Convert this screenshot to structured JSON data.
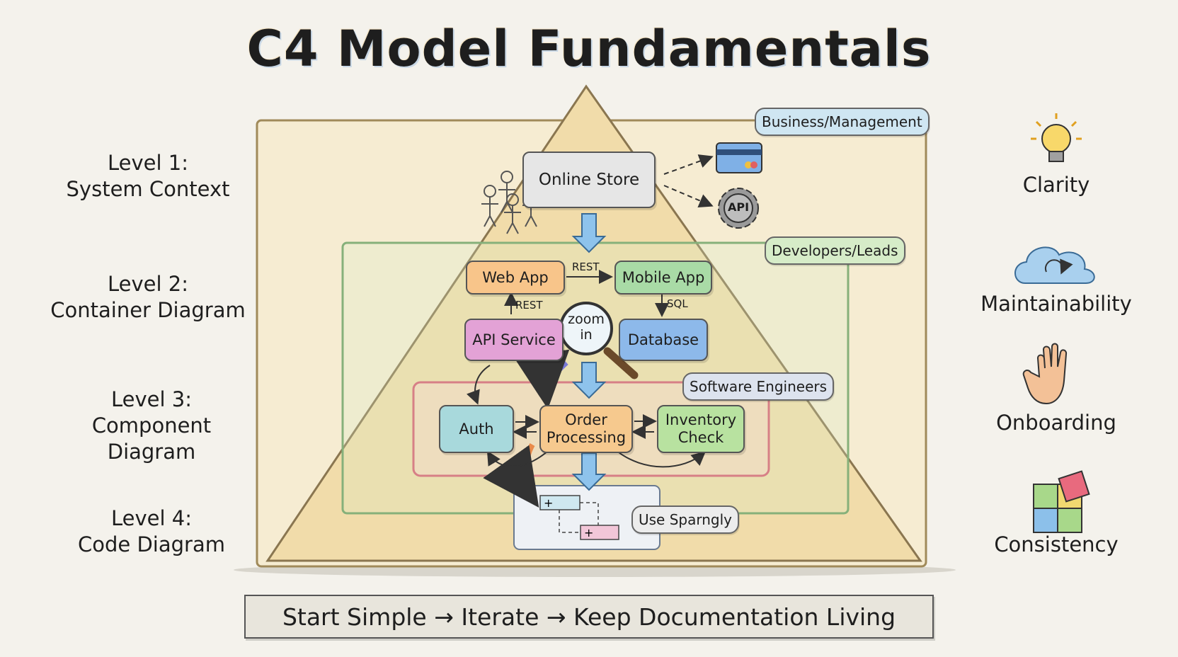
{
  "title": "C4 Model Fundamentals",
  "levels": [
    {
      "line1": "Level 1:",
      "line2": "System Context"
    },
    {
      "line1": "Level 2:",
      "line2": "Container Diagram"
    },
    {
      "line1": "Level 3:",
      "line2": "Component",
      "line3": "Diagram"
    },
    {
      "line1": "Level 4:",
      "line2": "Code Diagram"
    }
  ],
  "audiences": {
    "business": "Business/Management",
    "developers": "Developers/Leads",
    "engineers": "Software Engineers",
    "code_note": "Use Sparngly"
  },
  "context": {
    "system": "Online Store",
    "api_label": "API"
  },
  "containers": {
    "web_app": "Web App",
    "mobile_app": "Mobile App",
    "api_service": "API Service",
    "database": "Database",
    "rest_top": "REST",
    "rest_side": "REST",
    "sql": "SQL",
    "zoom_line1": "zoom",
    "zoom_line2": "in"
  },
  "components": {
    "auth": "Auth",
    "order_line1": "Order",
    "order_line2": "Processing",
    "inventory_line1": "Inventory",
    "inventory_line2": "Check"
  },
  "benefits": [
    "Clarity",
    "Maintainability",
    "Onboarding",
    "Consistency"
  ],
  "banner": "Start Simple → Iterate → Keep Documentation Living",
  "colors": {
    "pyramid": "#f1dcaa",
    "web_app": "#f8c58a",
    "mobile_app": "#a9dba6",
    "api_service": "#e3a2d6",
    "database": "#8db9ea",
    "auth": "#a8d9dc",
    "order": "#f6c98e",
    "inventory": "#b8e2a0",
    "business_tag": "#cfe6f2",
    "developers_tag": "#d6ecc8",
    "engineers_tag": "#dde3ee",
    "code_tag": "#ececec"
  }
}
